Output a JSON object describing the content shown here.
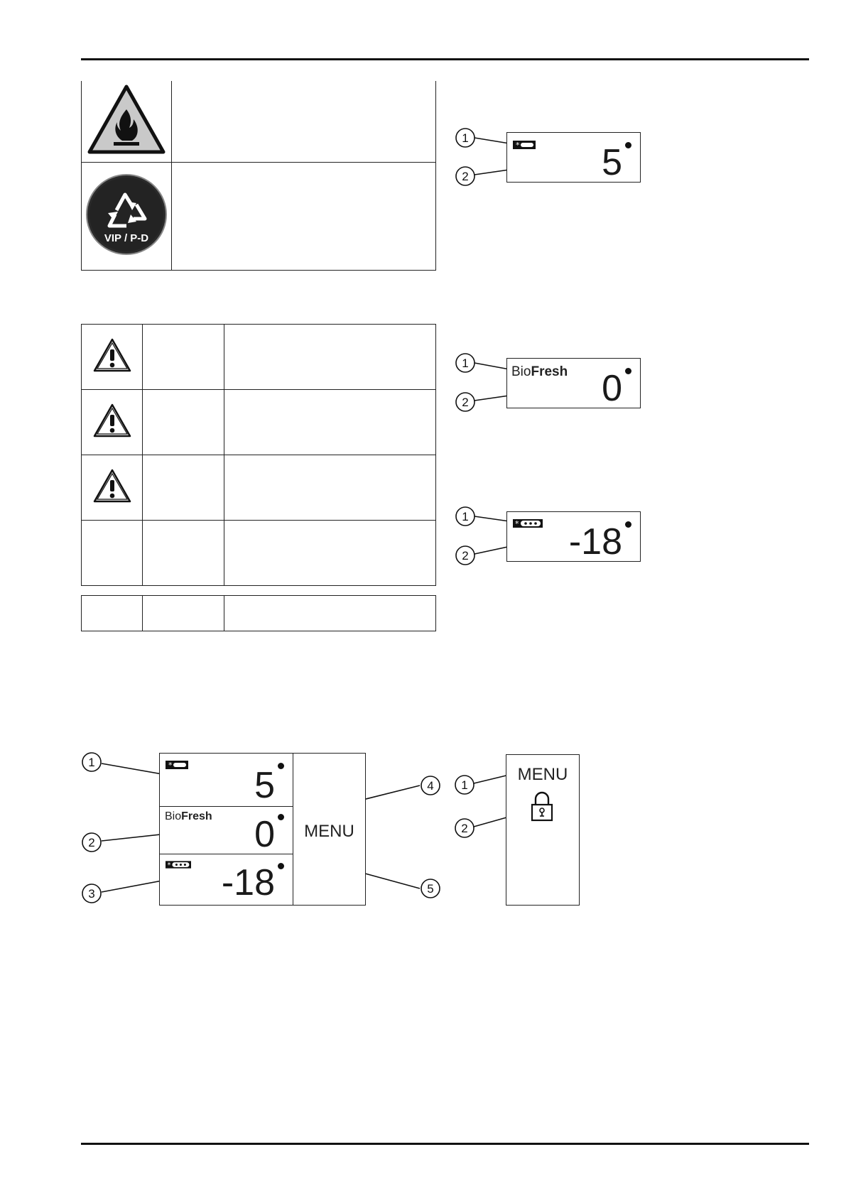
{
  "warning_symbol_table": {
    "rows": [
      {
        "icon": "flammable-warning-icon"
      },
      {
        "icon": "recycling-vip-icon",
        "icon_text": "VIP / P-D"
      }
    ]
  },
  "hazard_table": {
    "rows": [
      {
        "icon": "warning-triangle-icon"
      },
      {
        "icon": "warning-triangle-icon"
      },
      {
        "icon": "warning-triangle-icon"
      },
      {
        "icon": ""
      }
    ]
  },
  "display_fridge": {
    "value": "5",
    "callouts": [
      "1",
      "2"
    ]
  },
  "display_biofresh": {
    "label_prefix": "Bio",
    "label_bold": "Fresh",
    "value": "0",
    "callouts": [
      "1",
      "2"
    ]
  },
  "display_freezer": {
    "value": "-18",
    "callouts": [
      "1",
      "2"
    ]
  },
  "control_panel": {
    "fridge_value": "5",
    "biofresh_prefix": "Bio",
    "biofresh_bold": "Fresh",
    "biofresh_value": "0",
    "freezer_value": "-18",
    "menu_label": "MENU",
    "callouts": [
      "1",
      "2",
      "3",
      "4",
      "5"
    ]
  },
  "menu_lock_panel": {
    "menu_label": "MENU",
    "callouts": [
      "1",
      "2"
    ]
  }
}
